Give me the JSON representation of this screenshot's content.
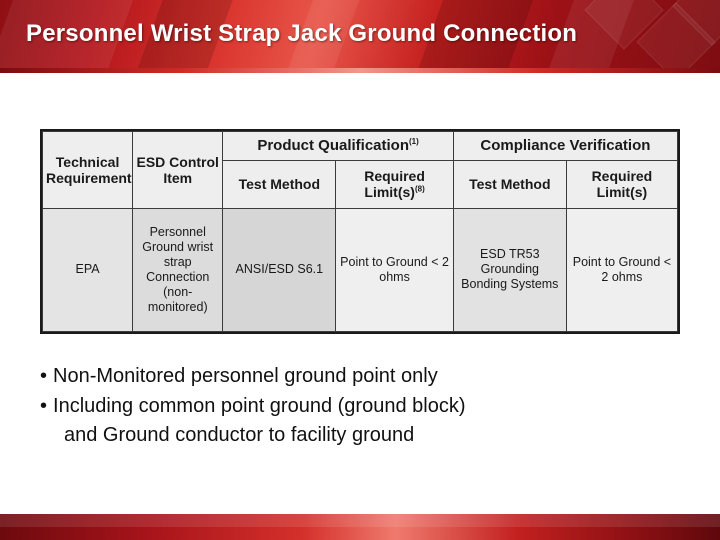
{
  "slide": {
    "title": "Personnel Wrist Strap Jack Ground Connection"
  },
  "table": {
    "headers": {
      "technical_requirement": "Technical Requirement",
      "esd_control_item": "ESD Control Item",
      "product_qualification": "Product Qualification",
      "product_qualification_note": "(1)",
      "compliance_verification": "Compliance Verification",
      "test_method_1": "Test Method",
      "required_limits": "Required Limit(s)",
      "required_limits_note": "(8)",
      "test_method_2": "Test Method",
      "required_limits_2": "Required Limit(s)"
    },
    "rows": [
      {
        "technical_requirement": "EPA",
        "esd_control_item": "Personnel Ground wrist strap Connection (non-monitored)",
        "test_method_1": "ANSI/ESD S6.1",
        "required_limits_1": "Point to Ground < 2 ohms",
        "test_method_2": "ESD TR53 Grounding Bonding Systems",
        "required_limits_2": "Point to Ground < 2 ohms"
      }
    ]
  },
  "bullets": [
    {
      "marker": "•",
      "text": "Non-Monitored personnel ground point only"
    },
    {
      "marker": "•",
      "text": "Including common point ground (ground block)",
      "continuation": "and Ground conductor to facility ground"
    }
  ],
  "colors": {
    "banner_red": "#c4201f",
    "banner_dark_red": "#7e0d12",
    "text_dark": "#111111",
    "table_border": "#1a1a1a"
  }
}
